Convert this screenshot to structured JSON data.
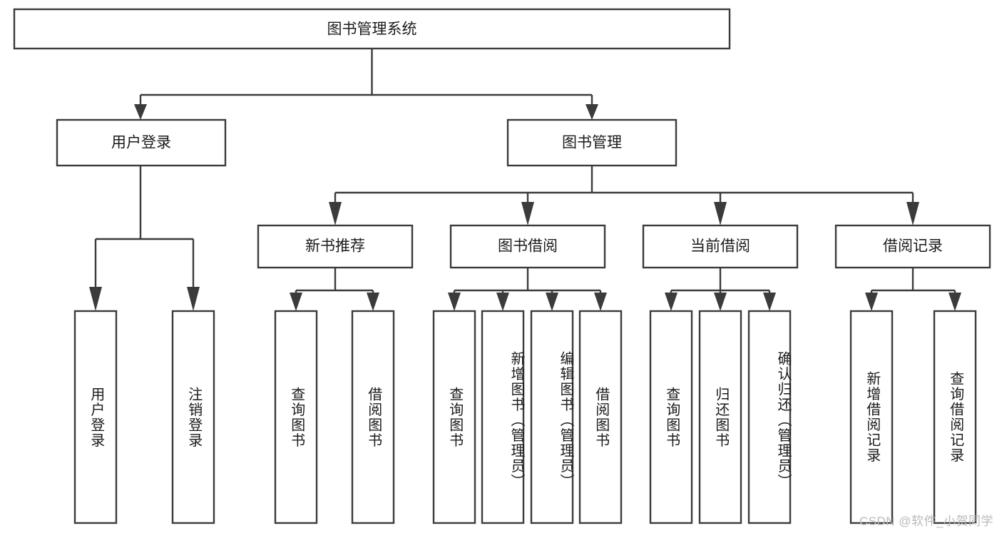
{
  "diagram": {
    "type": "hierarchy-tree",
    "title": "图书管理系统",
    "orientation": "top-down",
    "colors": {
      "stroke": "#3b3b3b",
      "box_fill": "#ffffff",
      "text": "#1b1b1b",
      "background": "#ffffff",
      "watermark": "#b9b9b9"
    },
    "root": {
      "id": "root",
      "label": "图书管理系统",
      "text_direction": "horizontal"
    },
    "level1": [
      {
        "id": "user-login",
        "label": "用户登录",
        "text_direction": "horizontal"
      },
      {
        "id": "book-management",
        "label": "图书管理",
        "text_direction": "horizontal"
      }
    ],
    "level2": [
      {
        "id": "new-book-recommend",
        "label": "新书推荐",
        "parent": "book-management",
        "text_direction": "horizontal"
      },
      {
        "id": "book-borrow",
        "label": "图书借阅",
        "parent": "book-management",
        "text_direction": "horizontal"
      },
      {
        "id": "current-borrow",
        "label": "当前借阅",
        "parent": "book-management",
        "text_direction": "horizontal"
      },
      {
        "id": "borrow-record",
        "label": "借阅记录",
        "parent": "book-management",
        "text_direction": "horizontal"
      }
    ],
    "leaves": [
      {
        "id": "leaf-user-login",
        "label": "用户登录",
        "parent": "user-login",
        "text_direction": "vertical"
      },
      {
        "id": "leaf-logout-login",
        "label": "注销登录",
        "parent": "user-login",
        "text_direction": "vertical"
      },
      {
        "id": "leaf-query-book-recommend",
        "label": "查询图书",
        "parent": "new-book-recommend",
        "text_direction": "vertical"
      },
      {
        "id": "leaf-borrow-book-recommend",
        "label": "借阅图书",
        "parent": "new-book-recommend",
        "text_direction": "vertical"
      },
      {
        "id": "leaf-query-book-borrow",
        "label": "查询图书",
        "parent": "book-borrow",
        "text_direction": "vertical"
      },
      {
        "id": "leaf-add-book-admin",
        "label": "新增图书（管理员）",
        "parent": "book-borrow",
        "text_direction": "vertical"
      },
      {
        "id": "leaf-edit-book-admin",
        "label": "编辑图书（管理员）",
        "parent": "book-borrow",
        "text_direction": "vertical"
      },
      {
        "id": "leaf-borrow-book",
        "label": "借阅图书",
        "parent": "book-borrow",
        "text_direction": "vertical"
      },
      {
        "id": "leaf-query-book-current",
        "label": "查询图书",
        "parent": "current-borrow",
        "text_direction": "vertical"
      },
      {
        "id": "leaf-return-book",
        "label": "归还图书",
        "parent": "current-borrow",
        "text_direction": "vertical"
      },
      {
        "id": "leaf-confirm-return-admin",
        "label": "确认归还（管理员）",
        "parent": "current-borrow",
        "text_direction": "vertical"
      },
      {
        "id": "leaf-add-borrow-record",
        "label": "新增借阅记录",
        "parent": "borrow-record",
        "text_direction": "vertical"
      },
      {
        "id": "leaf-query-borrow-record",
        "label": "查询借阅记录",
        "parent": "borrow-record",
        "text_direction": "vertical"
      }
    ],
    "watermark": "CSDN @软件_小贺同学"
  }
}
